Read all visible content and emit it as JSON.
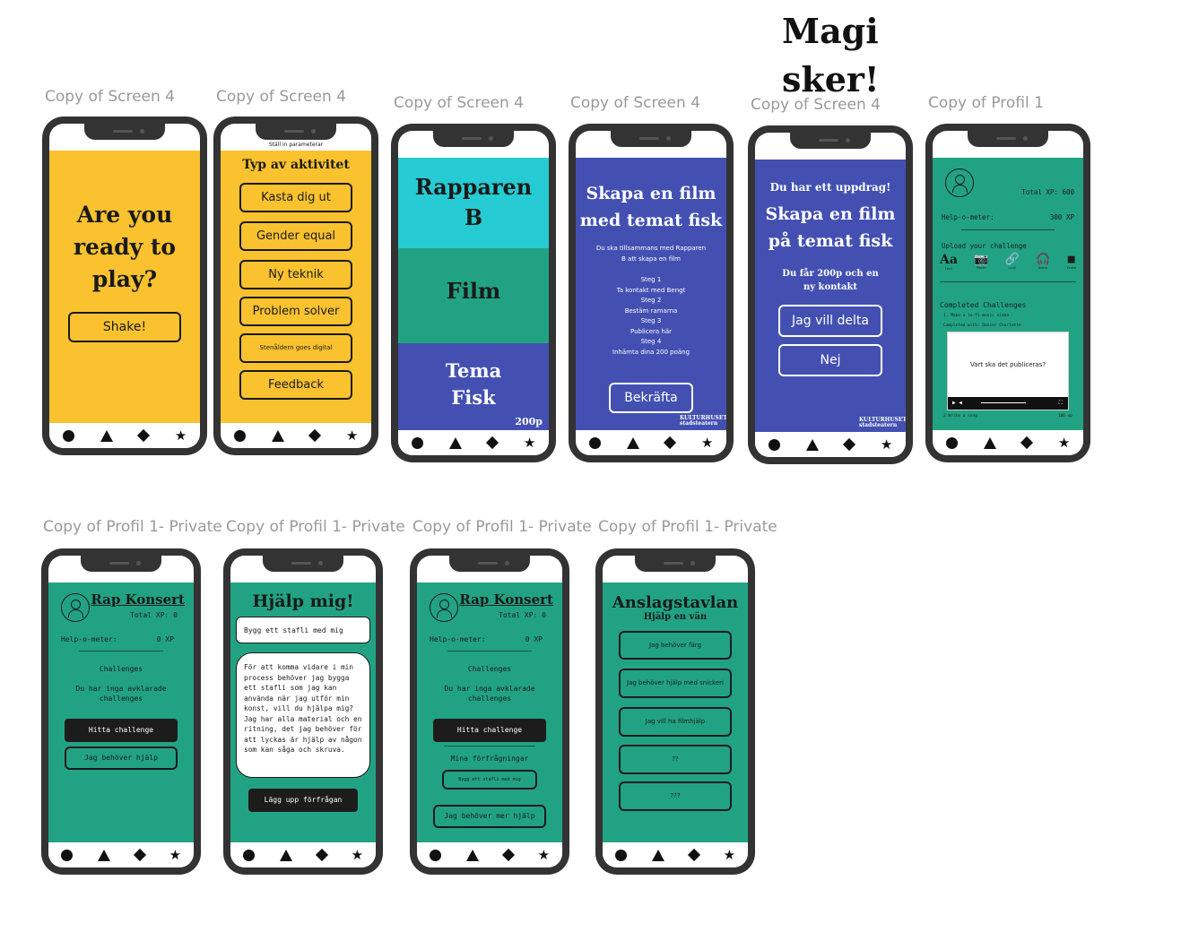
{
  "canvas": {
    "heading": "Magi sker!",
    "frame_labels": [
      "Copy of Screen 4",
      "Copy of Screen 4",
      "Copy of Screen 4",
      "Copy of Screen 4",
      "Copy of Screen 4",
      "Copy of Profil 1",
      "Copy of Profil 1- Private",
      "Copy of Profil 1- Private",
      "Copy of Profil 1- Private",
      "Copy of Profil 1- Private"
    ]
  },
  "colors": {
    "yellow": "#f9c22e",
    "green": "#21a383",
    "blue": "#4350b2",
    "cyan": "#27cbd3",
    "frame": "#333333"
  },
  "nav_icons": [
    "circle-icon",
    "triangle-icon",
    "diamond-icon",
    "star-icon"
  ],
  "s1": {
    "title": "Are you ready to play?",
    "button": "Shake!"
  },
  "s2": {
    "caption": "Ställ in parameterar",
    "title": "Typ av aktivitet",
    "options": [
      "Kasta dig ut",
      "Gender equal",
      "Ny teknik",
      "Problem solver",
      "Stenåldern goes digital",
      "Feedback"
    ]
  },
  "s3": {
    "block1": "Rapparen B",
    "block2": "Film",
    "block3": "Tema Fisk",
    "points": "200p"
  },
  "s4": {
    "title": "Skapa en film med temat fisk",
    "intro": "Du ska tillsammans med Rapparen B att skapa en film",
    "steps": [
      "Steg 1",
      "Ta kontakt med Bengt",
      "Steg 2",
      "Bestäm ramarna",
      "Steg 3",
      "Publicera här",
      "Steg 4",
      "Inhämta dina 200 poäng"
    ],
    "button": "Bekräfta",
    "logo": "KULTURHUSET stadsteatern"
  },
  "s5": {
    "kicker": "Du har ett uppdrag!",
    "title": "Skapa en film på temat fisk",
    "reward": "Du får 200p och en ny kontakt",
    "button_yes": "Jag vill delta",
    "button_no": "Nej",
    "logo": "KULTURHUSET stadsteatern"
  },
  "s6": {
    "total": "Total XP: 600",
    "meter_label": "Help-o-meter:",
    "meter_value": "300 XP",
    "upload_label": "Upload your challenge",
    "upload_types": [
      {
        "glyph": "Aa",
        "label": "Text"
      },
      {
        "glyph": "📷",
        "label": "Photo"
      },
      {
        "glyph": "🔗",
        "label": "Link"
      },
      {
        "glyph": "🎧",
        "label": "Audio"
      },
      {
        "glyph": "■",
        "label": "Video"
      }
    ],
    "completed_label": "Completed Challenges",
    "item1": "1. Make a lo-fi music video",
    "item1_sub": "Completed with: Dancer Charlotte",
    "video_question": "Vart ska det publiceras?",
    "item2": "2.Write a song",
    "item2_xp": "100 xp"
  },
  "s7": {
    "name": "Rap Konsert",
    "total": "Total XP: 0",
    "meter_label": "Help-o-meter:",
    "meter_value": "0 XP",
    "challenges_label": "Challenges",
    "empty": "Du har inga avklarade challenges",
    "find": "Hitta challenge",
    "help": "Jag behöver hjälp"
  },
  "s8": {
    "title": "Hjälp mig!",
    "input": "Bygg ett stafli med mig",
    "body": "För att komma vidare i min process behöver jag bygga ett stafli som jag kan använda när jag utför min konst, vill du hjälpa mig? Jag har alla material och en ritning, det jag behöver för att lyckas är hjälp av någon som kan såga och skruva.",
    "button": "Lägg upp förfrågan"
  },
  "s9": {
    "name": "Rap Konsert",
    "total": "Total XP: 0",
    "meter_label": "Help-o-meter:",
    "meter_value": "0 XP",
    "challenges_label": "Challenges",
    "empty": "Du har inga avklarade challenges",
    "find": "Hitta challenge",
    "requests_label": "Mina förfrågningar",
    "request1": "Bygg ett stafli med mig",
    "more_help": "Jag behöver mer hjälp"
  },
  "s10": {
    "title": "Anslagstavlan",
    "subtitle": "Hjälp en vän",
    "cards": [
      "Jag behöver färg",
      "Jag behöver hjälp med snickeri",
      "Jag vill ha filmhjälp",
      "??",
      "???"
    ]
  }
}
